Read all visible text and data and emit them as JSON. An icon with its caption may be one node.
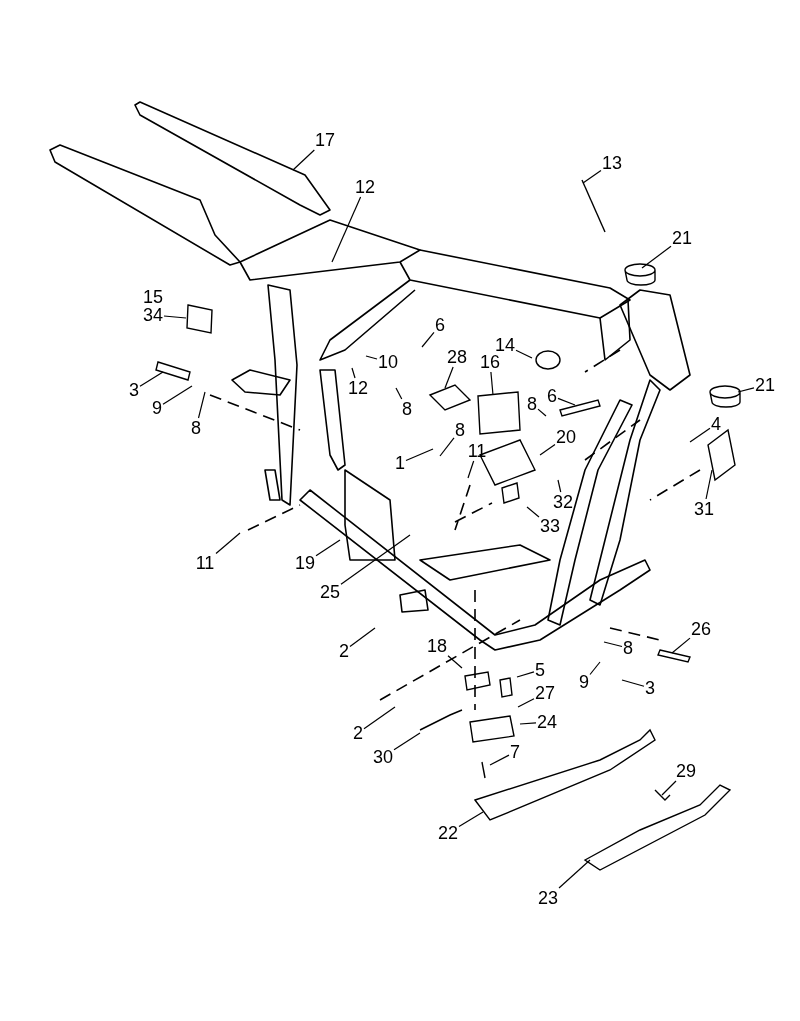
{
  "diagram": {
    "nodes": [
      {
        "text": [
          "17"
        ]
      },
      {
        "text": [
          "13"
        ]
      },
      {
        "text": [
          "12"
        ]
      },
      {
        "text": [
          "21"
        ]
      },
      {
        "text": [
          "15"
        ]
      },
      {
        "text": [
          "34"
        ]
      },
      {
        "text": [
          "6"
        ]
      },
      {
        "text": [
          "14"
        ]
      },
      {
        "text": [
          "28"
        ]
      },
      {
        "text": [
          "16"
        ]
      },
      {
        "text": [
          "10"
        ]
      },
      {
        "text": [
          "21"
        ]
      },
      {
        "text": [
          "12"
        ]
      },
      {
        "text": [
          "3"
        ]
      },
      {
        "text": [
          "6"
        ]
      },
      {
        "text": [
          "9"
        ]
      },
      {
        "text": [
          "8"
        ]
      },
      {
        "text": [
          "8"
        ]
      },
      {
        "text": [
          "4"
        ]
      },
      {
        "text": [
          "8"
        ]
      },
      {
        "text": [
          "8"
        ]
      },
      {
        "text": [
          "1"
        ]
      },
      {
        "text": [
          "20"
        ]
      },
      {
        "text": [
          "11"
        ]
      },
      {
        "text": [
          "32"
        ]
      },
      {
        "text": [
          "31"
        ]
      },
      {
        "text": [
          "33"
        ]
      },
      {
        "text": [
          "11"
        ]
      },
      {
        "text": [
          "19"
        ]
      },
      {
        "text": [
          "25"
        ]
      },
      {
        "text": [
          "26"
        ]
      },
      {
        "text": [
          "18"
        ]
      },
      {
        "text": [
          "8"
        ]
      },
      {
        "text": [
          "2"
        ]
      },
      {
        "text": [
          "5"
        ]
      },
      {
        "text": [
          "9"
        ]
      },
      {
        "text": [
          "3"
        ]
      },
      {
        "text": [
          "27"
        ]
      },
      {
        "text": [
          "24"
        ]
      },
      {
        "text": [
          "2"
        ]
      },
      {
        "text": [
          "7"
        ]
      },
      {
        "text": [
          "30"
        ]
      },
      {
        "text": [
          "29"
        ]
      },
      {
        "text": [
          "22"
        ]
      },
      {
        "text": [
          "23"
        ]
      }
    ],
    "edges": [
      {
        "from": 0,
        "to": null,
        "arrow": "none"
      },
      {
        "from": 1,
        "to": null,
        "arrow": "none"
      },
      {
        "from": 2,
        "to": null,
        "arrow": "none"
      },
      {
        "from": 3,
        "to": null,
        "arrow": "none"
      },
      {
        "from": 5,
        "to": null,
        "arrow": "none"
      },
      {
        "from": 6,
        "to": null,
        "arrow": "none"
      },
      {
        "from": 7,
        "to": null,
        "arrow": "none"
      },
      {
        "from": 8,
        "to": null,
        "arrow": "none"
      },
      {
        "from": 9,
        "to": null,
        "arrow": "none"
      },
      {
        "from": 10,
        "to": null,
        "arrow": "none"
      },
      {
        "from": 11,
        "to": null,
        "arrow": "none"
      },
      {
        "from": 12,
        "to": null,
        "arrow": "none"
      },
      {
        "from": 13,
        "to": null,
        "arrow": "none"
      },
      {
        "from": 14,
        "to": null,
        "arrow": "none"
      },
      {
        "from": 15,
        "to": null,
        "arrow": "none"
      },
      {
        "from": 16,
        "to": null,
        "arrow": "none"
      },
      {
        "from": 17,
        "to": null,
        "arrow": "none"
      },
      {
        "from": 18,
        "to": null,
        "arrow": "none"
      },
      {
        "from": 19,
        "to": null,
        "arrow": "none"
      },
      {
        "from": 20,
        "to": null,
        "arrow": "none"
      },
      {
        "from": 21,
        "to": null,
        "arrow": "none"
      },
      {
        "from": 22,
        "to": null,
        "arrow": "none"
      },
      {
        "from": 23,
        "to": null,
        "arrow": "none"
      },
      {
        "from": 24,
        "to": null,
        "arrow": "none"
      },
      {
        "from": 25,
        "to": null,
        "arrow": "none"
      },
      {
        "from": 26,
        "to": null,
        "arrow": "none"
      },
      {
        "from": 27,
        "to": null,
        "arrow": "none"
      },
      {
        "from": 28,
        "to": null,
        "arrow": "none"
      },
      {
        "from": 29,
        "to": null,
        "arrow": "none"
      },
      {
        "from": 30,
        "to": null,
        "arrow": "none"
      },
      {
        "from": 31,
        "to": null,
        "arrow": "none"
      },
      {
        "from": 32,
        "to": null,
        "arrow": "none"
      },
      {
        "from": 33,
        "to": null,
        "arrow": "none"
      },
      {
        "from": 34,
        "to": null,
        "arrow": "none"
      },
      {
        "from": 35,
        "to": null,
        "arrow": "none"
      },
      {
        "from": 36,
        "to": null,
        "arrow": "none"
      },
      {
        "from": 37,
        "to": null,
        "arrow": "none"
      },
      {
        "from": 38,
        "to": null,
        "arrow": "none"
      },
      {
        "from": 39,
        "to": null,
        "arrow": "none"
      },
      {
        "from": 40,
        "to": null,
        "arrow": "none"
      },
      {
        "from": 41,
        "to": null,
        "arrow": "none"
      },
      {
        "from": 42,
        "to": null,
        "arrow": "none"
      },
      {
        "from": 43,
        "to": null,
        "arrow": "none"
      },
      {
        "from": 44,
        "to": null,
        "arrow": "none"
      }
    ]
  }
}
